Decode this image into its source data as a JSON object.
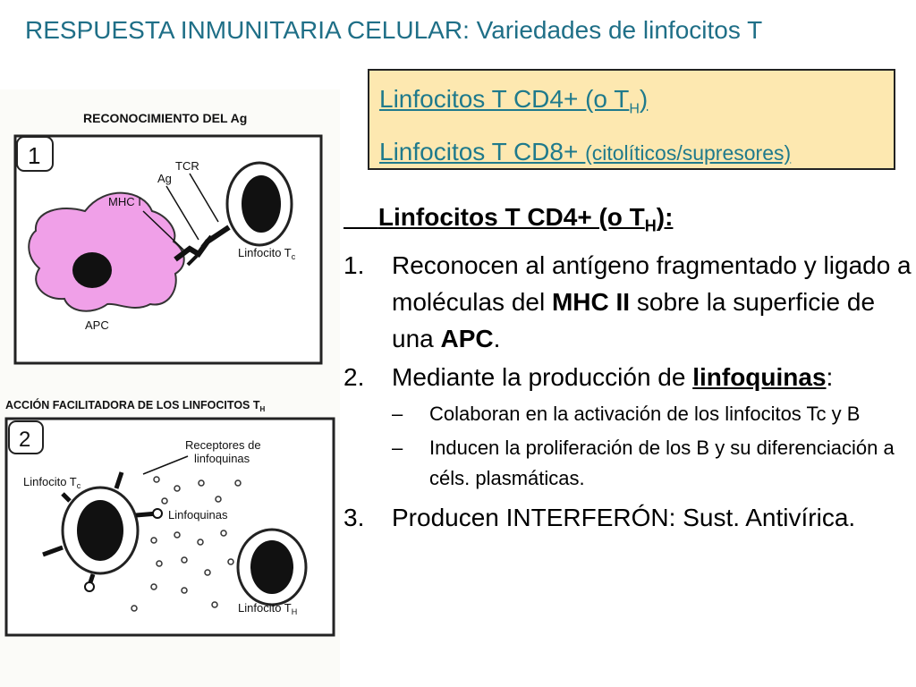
{
  "title": "RESPUESTA INMUNITARIA CELULAR: Variedades de linfocitos T",
  "toc": {
    "line1_main": "Linfocitos T CD4+ (o T",
    "line1_sub": "H",
    "line1_end": ")",
    "line2_main": "Linfocitos T CD8+ ",
    "line2_small": "(citolíticos/supresores)"
  },
  "content": {
    "heading_main": "Linfocitos T CD4+ (o T",
    "heading_sub": "H",
    "heading_end": "):",
    "items": [
      {
        "num": "1.",
        "t1": "Reconocen al antígeno fragmentado y ligado a moléculas del ",
        "b1": "MHC II",
        "t2": " sobre la superficie de una ",
        "b2": "APC",
        "t3": "."
      },
      {
        "num": "2.",
        "t1": "Mediante la producción de ",
        "u1": "linfoquinas",
        "t2": ":"
      },
      {
        "num": "3.",
        "t1": "Producen INTERFERÓN: Sust. Antivírica."
      }
    ],
    "subitems": [
      {
        "dash": "–",
        "text": "Colaboran en la activación de los linfocitos Tc y B"
      },
      {
        "dash": "–",
        "text": "Inducen la proliferación de los B y su diferenciación a céls. plasmáticas."
      }
    ]
  },
  "figure": {
    "panel1_title": "RECONOCIMIENTO DEL Ag",
    "panel1_number": "1",
    "tcr": "TCR",
    "ag": "Ag",
    "mhc": "MHC I",
    "linfocito_tc": "Linfocito T",
    "tc_sub": "c",
    "apc": "APC",
    "panel2_title": "ACCIÓN FACILITADORA DE LOS LINFOCITOS T",
    "panel2_title_sub": "H",
    "panel2_number": "2",
    "receptores_1": "Receptores de",
    "receptores_2": "linfoquinas",
    "linfocito2_tc": "Linfocito T",
    "tc2_sub": "c",
    "linfoquinas": "Linfoquinas",
    "linfocito_th": "Linfocito T",
    "th_sub": "H"
  },
  "colors": {
    "title": "#1f6f87",
    "box_bg": "#fde8b0",
    "link": "#1f7a8c",
    "apc_fill": "#f0a0e8"
  }
}
